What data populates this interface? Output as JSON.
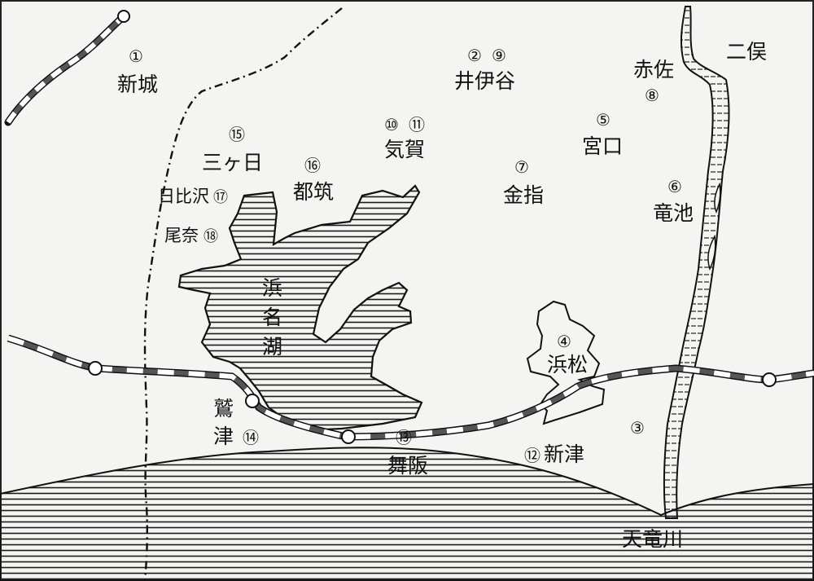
{
  "map": {
    "places": {
      "shinshiro": "新城",
      "iinoya": "井伊谷",
      "futamata": "二俣",
      "akasa": "赤佐",
      "mikkabi": "三ヶ日",
      "tsuzuki": "都筑",
      "kiga": "気賀",
      "kanasashi": "金指",
      "miyaguchi": "宮口",
      "ryuchi": "竜池",
      "hijisawa": "日比沢",
      "ona": "尾奈",
      "hamamatsu": "浜松",
      "washizu_1": "鷲",
      "washizu_2": "津",
      "maisaka": "舞阪",
      "shinzu": "新津",
      "tenryugawa": "天竜川",
      "lake_1": "浜",
      "lake_2": "名",
      "lake_3": "湖"
    },
    "markers": {
      "m1": "①",
      "m2": "②",
      "m3": "③",
      "m4": "④",
      "m5": "⑤",
      "m6": "⑥",
      "m7": "⑦",
      "m8": "⑧",
      "m9": "⑨",
      "m10": "⑩",
      "m11": "⑪",
      "m12": "⑫",
      "m13": "⑬",
      "m14": "⑭",
      "m15": "⑮",
      "m16": "⑯",
      "m17": "⑰",
      "m18": "⑱"
    }
  },
  "colors": {
    "ink": "#111111",
    "paper": "#f4f4f2",
    "rail_dark": "#555555",
    "rail_light": "#ffffff"
  }
}
